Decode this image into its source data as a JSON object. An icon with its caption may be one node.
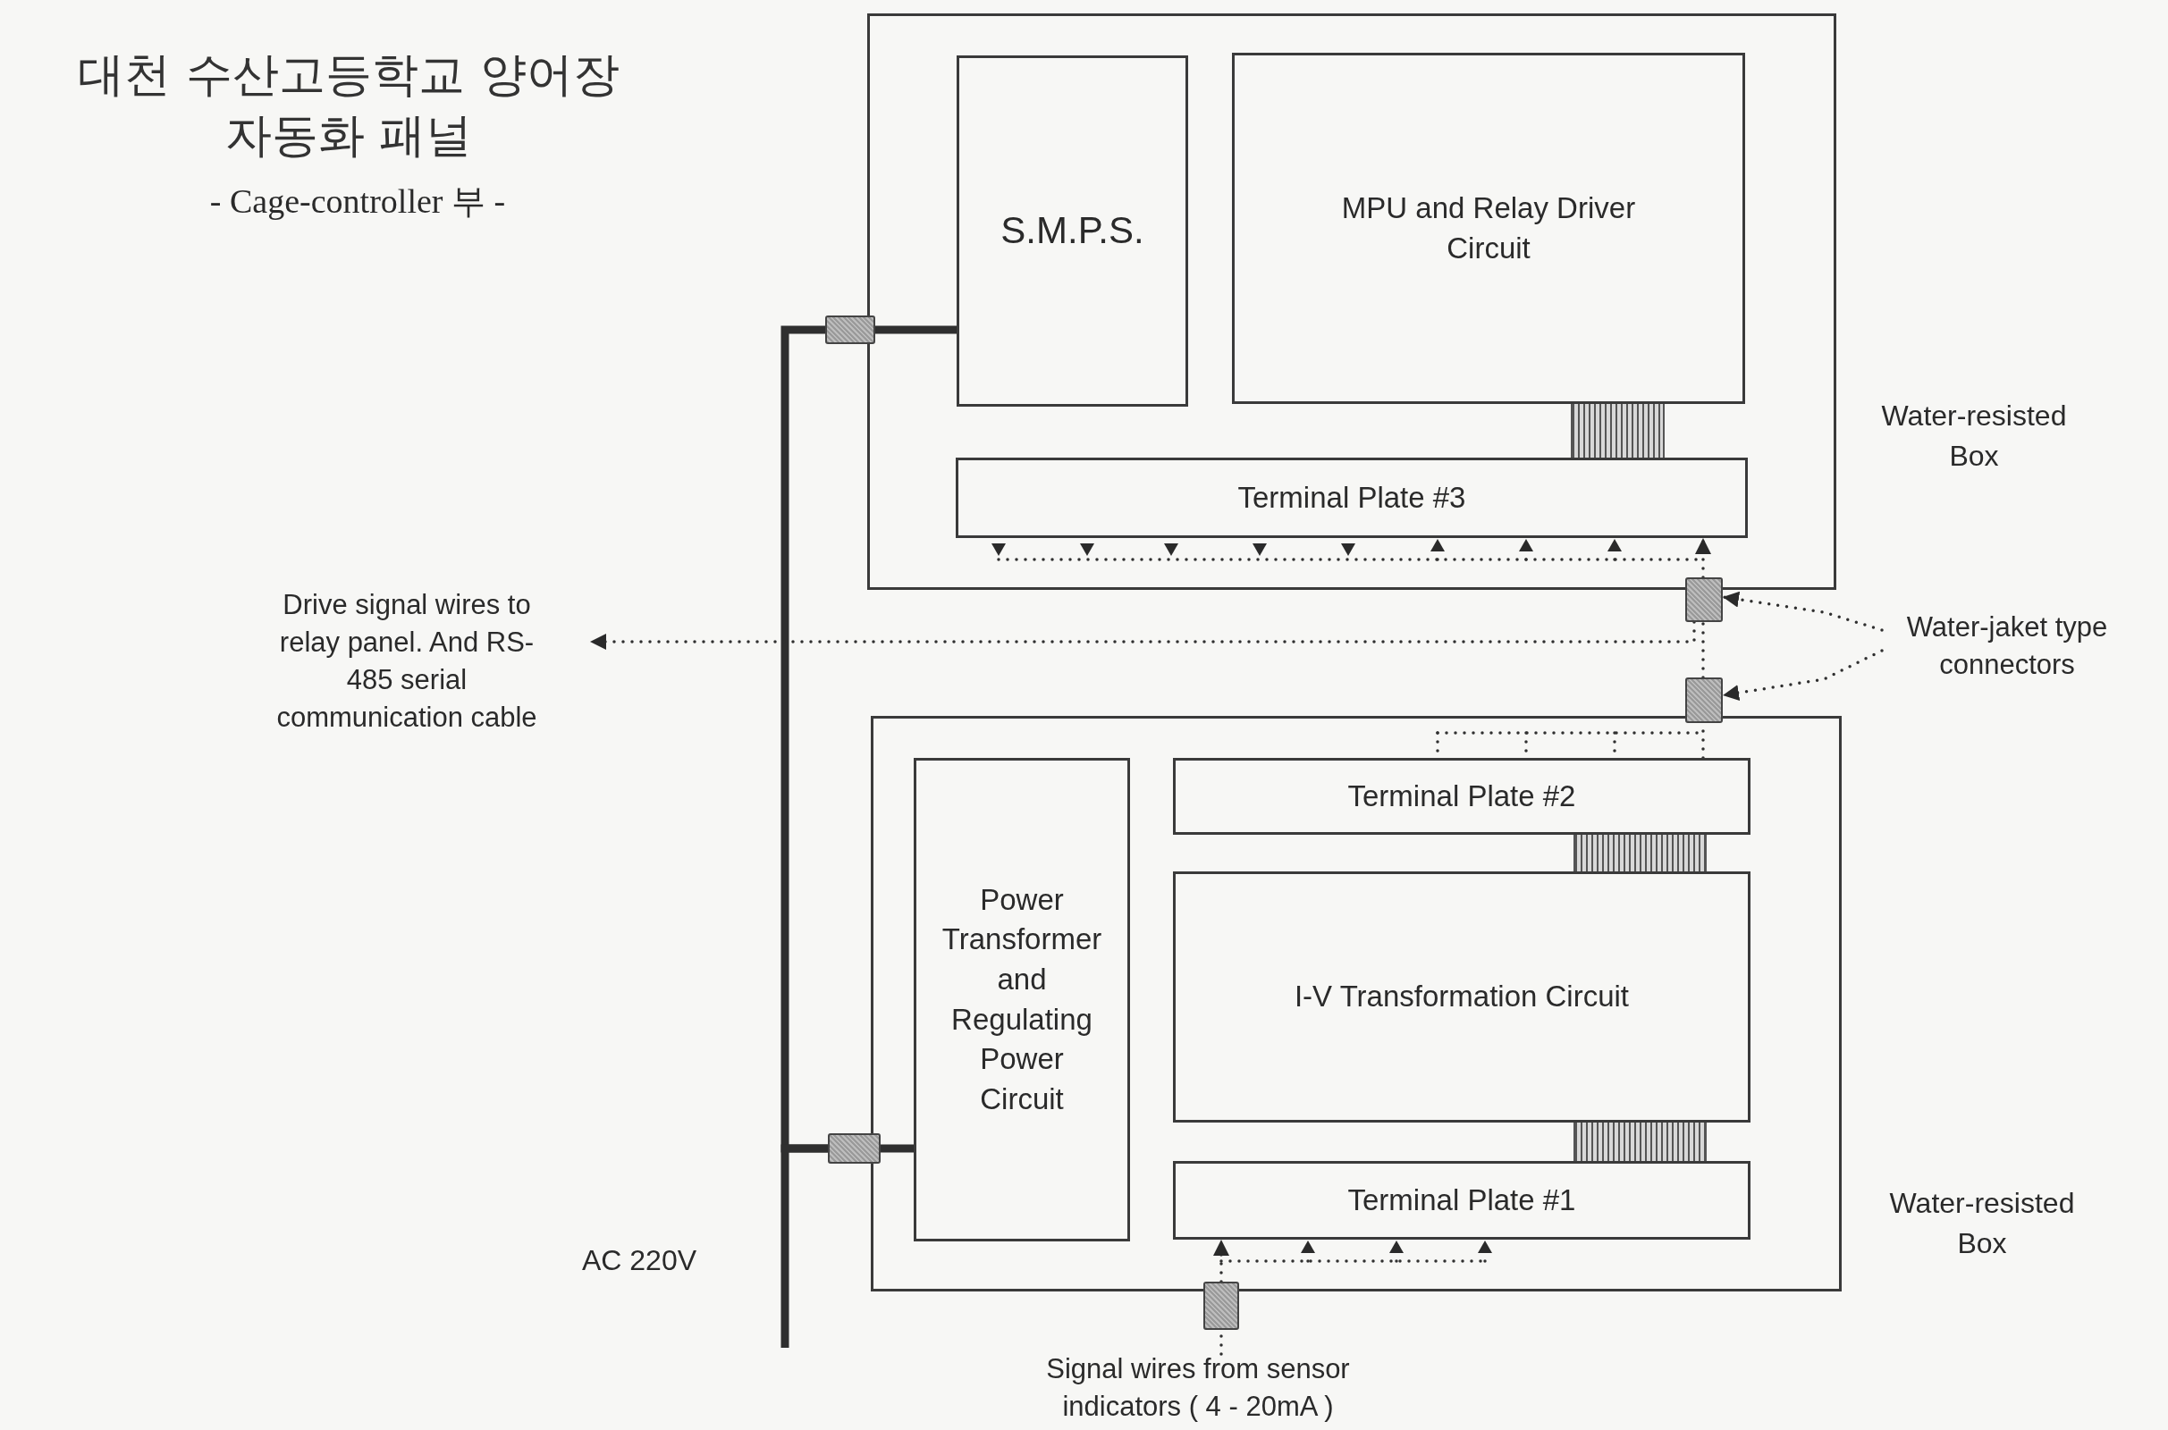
{
  "diagram": {
    "title": "대천 수산고등학교 양어장 자동화 패널",
    "nodes": [
      {
        "text": [
          "Water-resisted Box"
        ]
      },
      {
        "text": [
          "S.M.P.S."
        ],
        "in": 0
      },
      {
        "text": [
          "MPU and Relay Driver Circuit"
        ],
        "in": 0
      },
      {
        "text": [
          "Terminal Plate #3"
        ],
        "in": 0
      },
      {
        "text": [
          "Water-resisted Box"
        ]
      },
      {
        "text": [
          "Power Transformer and Regulating Power Circuit"
        ],
        "in": 4
      },
      {
        "text": [
          "Terminal Plate #2"
        ],
        "in": 4
      },
      {
        "text": [
          "I-V Transformation Circuit"
        ],
        "in": 4
      },
      {
        "text": [
          "Terminal Plate #1"
        ],
        "in": 4
      },
      {
        "text": [],
        "shape": "box"
      },
      {
        "text": [],
        "shape": "box"
      },
      {
        "text": [],
        "shape": "box"
      },
      {
        "text": [],
        "shape": "box"
      },
      {
        "text": [],
        "shape": "box"
      },
      {
        "text": [
          "Drive signal wires to relay panel. And RS-485 serial communication cable"
        ]
      },
      {
        "text": [
          "Water-jaket type connectors"
        ]
      },
      {
        "text": [
          "Signal wires from sensor indicators ( 4 - 20mA )"
        ]
      },
      {
        "text": [],
        "shape": "bar",
        "in": 0
      },
      {
        "text": [],
        "shape": "bar",
        "in": 4
      },
      {
        "text": [],
        "shape": "bar",
        "in": 4
      }
    ],
    "edges": [
      {
        "from": 12,
        "to": 1,
        "arrow": "none",
        "style": "thick"
      },
      {
        "from": 12,
        "to": 13,
        "arrow": "none",
        "style": "thick"
      },
      {
        "from": 13,
        "to": 5,
        "arrow": "none",
        "style": "thick"
      },
      {
        "from": null,
        "to": 13,
        "arrow": "none",
        "style": "thick"
      },
      {
        "from": 11,
        "to": 8,
        "arrow": "to",
        "style": "dashed"
      },
      {
        "from": 16,
        "to": 11,
        "arrow": "none",
        "style": "dashed"
      },
      {
        "from": 6,
        "to": 10,
        "arrow": "none",
        "style": "dashed"
      },
      {
        "from": 10,
        "to": 9,
        "arrow": "none",
        "style": "dashed"
      },
      {
        "from": 9,
        "to": 3,
        "arrow": "to",
        "style": "dashed"
      },
      {
        "from": 9,
        "to": 14,
        "arrow": "to",
        "style": "dashed"
      },
      {
        "from": 15,
        "to": 9,
        "arrow": "to",
        "style": "dashed"
      },
      {
        "from": 15,
        "to": 10,
        "arrow": "to",
        "style": "dashed"
      }
    ],
    "labels": [
      "- Cage-controller 부 -",
      "AC 220V"
    ]
  }
}
